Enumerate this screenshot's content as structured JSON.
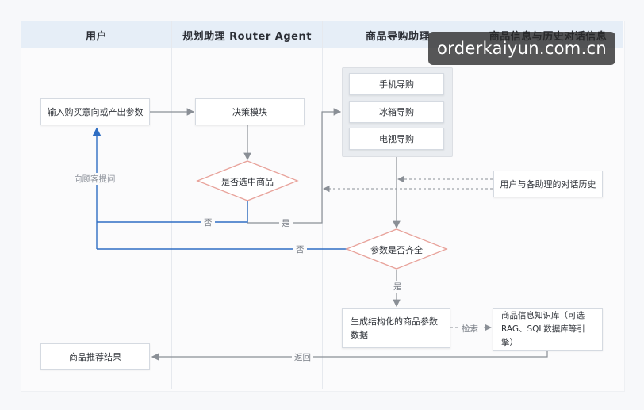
{
  "lanes": [
    {
      "title": "用户"
    },
    {
      "title": "规划助理 Router Agent"
    },
    {
      "title": "商品导购助理"
    },
    {
      "title": "商品信息与历史对话信息"
    }
  ],
  "nodes": {
    "input_params": "输入购买意向或产出参数",
    "decision_module": "决策模块",
    "phone_guide": "手机导购",
    "fridge_guide": "冰箱导购",
    "tv_guide": "电视导购",
    "is_product_selected": "是否选中商品",
    "chat_history": "用户与各助理的对话历史",
    "params_complete": "参数是否齐全",
    "generate_structured": "生成结构化的商品参数数据",
    "knowledge_base": "商品信息知识库（可选 RAG、SQL数据库等引擎）",
    "recommend_result": "商品推荐结果"
  },
  "edge_labels": {
    "ask_customer": "向顾客提问",
    "no_1": "否",
    "yes_1": "是",
    "no_2": "否",
    "yes_2": "是",
    "retrieve": "检索",
    "return": "返回"
  },
  "watermark": "orderkaiyun.com.cn",
  "colors": {
    "lane_header": "#e6eef7",
    "decision_stroke": "#e8a29a",
    "blue_flow": "#2f6ec3",
    "gray_flow": "#8a8f96"
  }
}
